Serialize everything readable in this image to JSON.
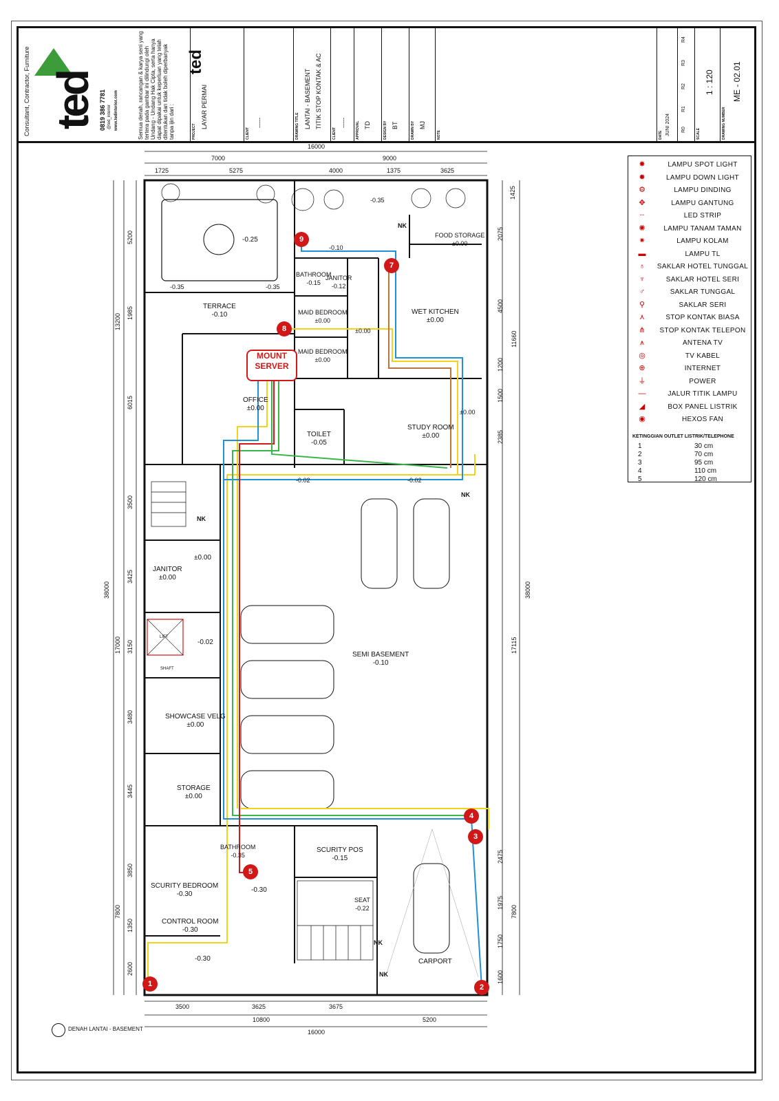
{
  "titleblock": {
    "company_tagline": "Consultant, Contractor, Furniture",
    "logo": "ted",
    "phone": "0819 386 7781",
    "social": "@ted_interior",
    "website": "www.tedinterior.com",
    "copyright_note": "Semua denah, rancangan & karya seni yang tertera pada gambar ini dilindungi oleh Undang - Undang Hak Cipta, serta hanya dapat dipakai untuk keperluan yang telah ditentukan dan tidak boleh diperbanyak tanpa ijin dari :",
    "project_label": "PROJECT",
    "project": "LAYAR PERMAI",
    "client_label": "CLIENT",
    "client": "-----",
    "drawing_title_label": "DRAWING TITLE",
    "drawing_title_1": "LANTAI - BASEMENT",
    "drawing_title_2": "TITIK STOP KONTAK & AC",
    "client2_label": "CLIENT",
    "client2": "-----",
    "approval_label": "APPROVAL",
    "approval": "TD",
    "design_label": "DESIGN BY",
    "design": "BT",
    "drawn_label": "DRAWN BY",
    "drawn": "MJ",
    "note_label": "NOTE",
    "date_label": "DATE",
    "date": "JUNI 2024",
    "revisions": [
      "R0",
      "R1",
      "R2",
      "R3",
      "R4"
    ],
    "scale_label": "SCALE",
    "scale": "1 : 120",
    "drawing_number_label": "DRAWING NUMBER",
    "drawing_number": "ME - 02.01"
  },
  "legend": {
    "items": [
      {
        "symbol": "✸",
        "label": "LAMPU SPOT LIGHT"
      },
      {
        "symbol": "✹",
        "label": "LAMPU DOWN LIGHT"
      },
      {
        "symbol": "⚙",
        "label": "LAMPU DINDING"
      },
      {
        "symbol": "✥",
        "label": "LAMPU GANTUNG"
      },
      {
        "symbol": "┈",
        "label": "LED STRIP"
      },
      {
        "symbol": "✺",
        "label": "LAMPU TANAM TAMAN"
      },
      {
        "symbol": "✷",
        "label": "LAMPU KOLAM"
      },
      {
        "symbol": "▬",
        "label": "LAMPU TL"
      },
      {
        "symbol": "♁",
        "label": "SAKLAR HOTEL TUNGGAL"
      },
      {
        "symbol": "♆",
        "label": "SAKLAR HOTEL SERI"
      },
      {
        "symbol": "♂",
        "label": "SAKLAR TUNGGAL"
      },
      {
        "symbol": "⚲",
        "label": "SAKLAR SERI"
      },
      {
        "symbol": "⋏",
        "label": "STOP KONTAK BIASA"
      },
      {
        "symbol": "⋔",
        "label": "STOP KONTAK TELEPON"
      },
      {
        "symbol": "⩚",
        "label": "ANTENA TV"
      },
      {
        "symbol": "◎",
        "label": "TV KABEL"
      },
      {
        "symbol": "⊕",
        "label": "INTERNET"
      },
      {
        "symbol": "⏚",
        "label": "POWER"
      },
      {
        "symbol": "—",
        "label": "JALUR TITIK LAMPU"
      },
      {
        "symbol": "◢",
        "label": "BOX PANEL LISTRIK"
      },
      {
        "symbol": "◉",
        "label": "HEXOS FAN"
      }
    ],
    "heights_title": "KETINGGIAN OUTLET LISTRIK/TELEPHONE",
    "heights": [
      {
        "n": "1",
        "v": "30 cm"
      },
      {
        "n": "2",
        "v": "70 cm"
      },
      {
        "n": "3",
        "v": "95 cm"
      },
      {
        "n": "4",
        "v": "110 cm"
      },
      {
        "n": "5",
        "v": "120 cm"
      }
    ]
  },
  "rooms": [
    {
      "name": "TERRACE",
      "level": "-0.10"
    },
    {
      "name": "BATHROOM",
      "level": "-0.15"
    },
    {
      "name": "JANITOR",
      "level": "-0.12"
    },
    {
      "name": "MAID BEDROOM",
      "level": "±0.00"
    },
    {
      "name": "MAID BEDROOM",
      "level": "±0.00"
    },
    {
      "name": "WET KITCHEN",
      "level": "±0.00"
    },
    {
      "name": "FOOD STORAGE",
      "level": "±0.00"
    },
    {
      "name": "OFFICE",
      "level": "±0.00"
    },
    {
      "name": "TOILET",
      "level": "-0.05"
    },
    {
      "name": "STUDY ROOM",
      "level": "±0.00"
    },
    {
      "name": "JANITOR",
      "level": "±0.00"
    },
    {
      "name": "SHOWCASE VELG",
      "level": "±0.00"
    },
    {
      "name": "STORAGE",
      "level": "±0.00"
    },
    {
      "name": "SEMI BASEMENT",
      "level": "-0.10"
    },
    {
      "name": "SCURITY BEDROOM",
      "level": "-0.30"
    },
    {
      "name": "CONTROL ROOM",
      "level": "-0.30"
    },
    {
      "name": "BATHROOM",
      "level": "-0.35"
    },
    {
      "name": "SCURITY POS",
      "level": "-0.15"
    },
    {
      "name": "SEAT",
      "level": "-0.22"
    },
    {
      "name": "CARPORT",
      "level": ""
    }
  ],
  "levels": [
    "-0.25",
    "-0.35",
    "-0.35",
    "-0.35",
    "-0.10",
    "±0.00",
    "±0.00",
    "-0.02",
    "-0.02",
    "±0.00",
    "-0.02",
    "-0.30",
    "-0.30"
  ],
  "labels": {
    "lift": "LIFT",
    "shaft": "SHAFT",
    "nk": "NK"
  },
  "server": {
    "line1": "MOUNT",
    "line2": "SERVER"
  },
  "markers": [
    "1",
    "2",
    "3",
    "4",
    "5",
    "7",
    "8",
    "9"
  ],
  "dimensions": {
    "top_total": "16000",
    "top_a": "7000",
    "top_b": "9000",
    "top_parts": [
      "1725",
      "5275",
      "4000",
      "1375",
      "3625"
    ],
    "left_total": "38000",
    "left_groups": [
      "13200",
      "17000",
      "7800"
    ],
    "left_parts": [
      "5200",
      "1985",
      "6015",
      "3500",
      "3425",
      "3150",
      "3480",
      "3445",
      "3850",
      "1350",
      "2600"
    ],
    "right_parts": [
      "1425",
      "2075",
      "4500",
      "1200",
      "1500",
      "2385",
      "2475",
      "1975",
      "1750",
      "1600"
    ],
    "right_groups": [
      "11660",
      "17115",
      "7800"
    ],
    "right_total": "38000",
    "bottom_parts": [
      "3500",
      "3625",
      "3675"
    ],
    "bottom_a": "10800",
    "bottom_b": "5200",
    "bottom_total": "16000"
  },
  "footnote": "DENAH LANTAI - BASEMENT",
  "colors": {
    "accent": "#d01818",
    "cable_blue": "#1e90d6",
    "cable_yellow": "#f2d21a",
    "cable_green": "#39b54a",
    "cable_red": "#d01818",
    "cable_brown": "#b9763a",
    "logo_green": "#3d9c3a"
  }
}
